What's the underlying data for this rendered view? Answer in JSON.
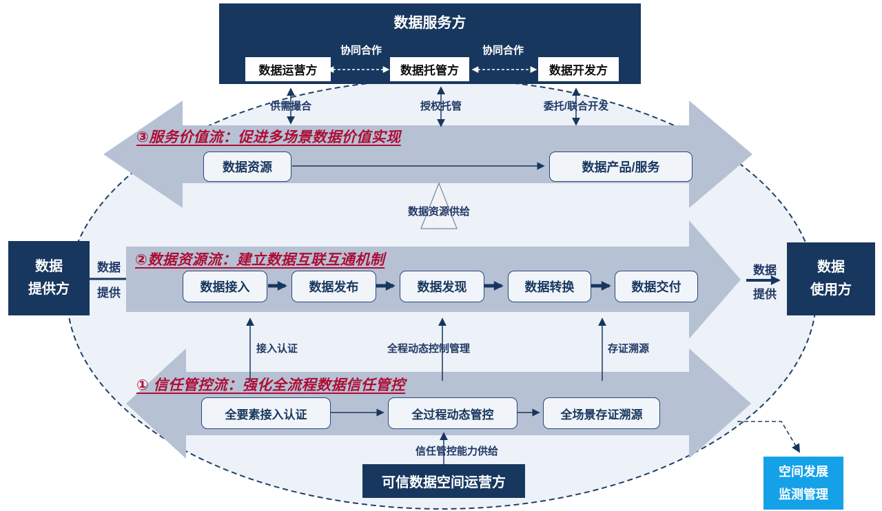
{
  "service_panel": {
    "title": "数据服务方",
    "members": [
      "数据运营方",
      "数据托管方",
      "数据开发方"
    ],
    "collab1": "协同合作",
    "collab2": "协同合作"
  },
  "top_links": [
    "供需撮合",
    "授权托管",
    "委托/联合开发"
  ],
  "flow3": {
    "title": "③服务价值流：促进多场景数据价值实现",
    "box1": "数据资源",
    "box2": "数据产品/服务"
  },
  "supply_label": "数据资源供给",
  "flow2": {
    "title": "②数据资源流：建立数据互联互通机制",
    "boxes": [
      "数据接入",
      "数据发布",
      "数据发现",
      "数据转换",
      "数据交付"
    ]
  },
  "trust_links": [
    "接入认证",
    "全程动态控制管理",
    "存证溯源"
  ],
  "flow1": {
    "title": "① 信任管控流：强化全流程数据信任管控",
    "boxes": [
      "全要素接入认证",
      "全过程动态管控",
      "全场景存证溯源"
    ]
  },
  "provider_box": {
    "line1": "数据",
    "line2": "提供方"
  },
  "provider_link": {
    "top": "数据",
    "bottom": "提供"
  },
  "user_box": {
    "line1": "数据",
    "line2": "使用方"
  },
  "user_link": {
    "top": "数据",
    "bottom": "提供"
  },
  "trust_supply_label": "信任管控能力供给",
  "operator_box": "可信数据空间运营方",
  "monitor_box": {
    "line1": "空间发展",
    "line2": "监测管理"
  },
  "colors": {
    "navy": "#17375e",
    "band": "#b7c1d4",
    "red": "#ad0e35",
    "cyan": "#14a1e8",
    "ellipse_fill": "#edf1f8"
  }
}
